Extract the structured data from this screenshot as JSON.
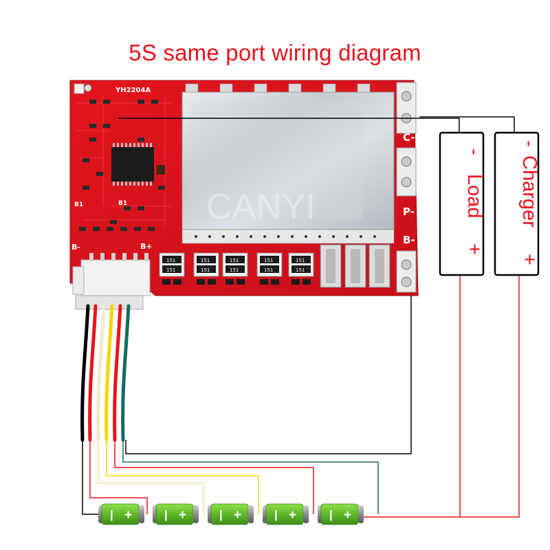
{
  "title": "5S same port wiring diagram",
  "board": {
    "model": "YH2204A",
    "labels": {
      "c_minus": "C-",
      "p_minus": "P-",
      "b_minus_right": "B-",
      "b_minus_left": "B-",
      "b_plus": "B+",
      "b1_left": "B1",
      "b1_mid": "B1"
    },
    "mosfet_code": "151",
    "watermark": "CANYI"
  },
  "load_box": {
    "minus": "-",
    "text": "Load",
    "plus": "+"
  },
  "charger_box": {
    "minus": "-",
    "text": "Charger",
    "plus": "+"
  },
  "battery": {
    "minus": "-",
    "plus": "+"
  },
  "wire_colors": [
    "#000000",
    "#e8141c",
    "#f2e0a0",
    "#f5d40a",
    "#e8141c",
    "#166b5a"
  ],
  "colors": {
    "accent_red": "#e8141c",
    "pcb_red": "#d8131e",
    "battery_green": "#6ec531"
  }
}
